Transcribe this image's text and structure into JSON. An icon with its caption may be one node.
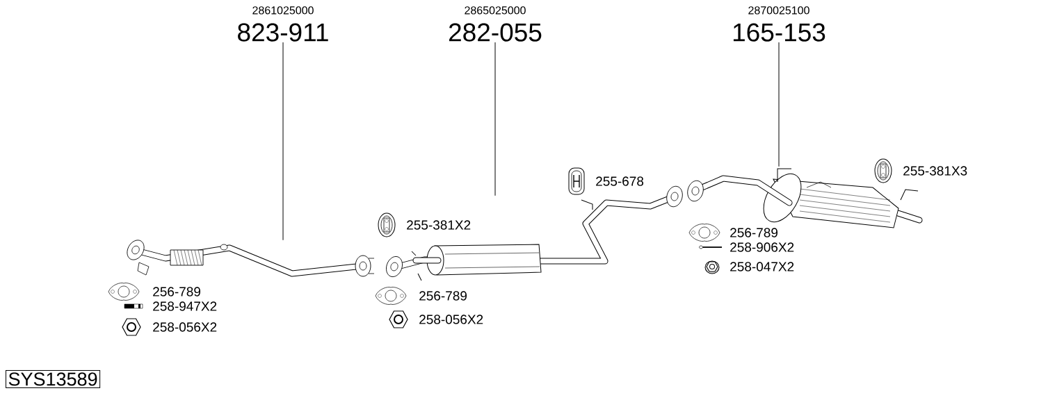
{
  "diagram": {
    "nodes": [
      {
        "text": [
          "2861025000",
          "823-911"
        ]
      },
      {
        "text": [
          "2865025000",
          "282-055"
        ]
      },
      {
        "text": [
          "2870025100",
          "165-153"
        ]
      },
      {
        "text": [],
        "shape": "picture"
      },
      {
        "text": [],
        "shape": "picture"
      },
      {
        "text": [],
        "shape": "picture"
      }
    ],
    "edges": [
      {
        "from": 0,
        "to": 3,
        "arrow": "none"
      },
      {
        "from": 1,
        "to": 4,
        "arrow": "none"
      },
      {
        "from": 2,
        "to": 5,
        "arrow": "none"
      }
    ],
    "labels": [
      "256-789",
      "258-947X2",
      "258-056X2",
      "255-381X2",
      "256-789",
      "258-056X2",
      "255-678",
      "255-381X3",
      "256-789",
      "258-906X2",
      "258-047X2",
      "SYS13589"
    ]
  }
}
